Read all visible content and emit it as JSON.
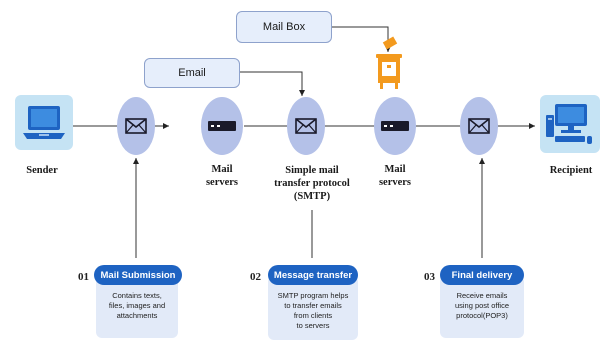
{
  "colors": {
    "node_fill": "#b4c1e8",
    "step_blue": "#1e63c2",
    "card_fill": "#e2eaf8",
    "device_bg": "#c5e3f4",
    "mailbox_orange": "#f39a1e"
  },
  "top_labels": {
    "mail_box": "Mail Box",
    "email": "Email"
  },
  "captions": {
    "sender": "Sender",
    "mail_servers_1": [
      "Mail",
      "servers"
    ],
    "smtp": [
      "Simple mail",
      "transfer protocol",
      "(SMTP)"
    ],
    "mail_servers_2": [
      "Mail",
      "servers"
    ],
    "recipient": "Recipient"
  },
  "icons": {
    "sender": "laptop-icon",
    "envelope_1": "envelope-icon",
    "server_1": "server-icon",
    "envelope_2": "envelope-icon",
    "mailbox": "mailbox-icon",
    "server_2": "server-icon",
    "envelope_3": "envelope-icon",
    "recipient": "desktop-computer-icon"
  },
  "steps": [
    {
      "number": "01",
      "title": "Mail Submission",
      "description": [
        "Contains texts,",
        "files, images and",
        "attachments"
      ]
    },
    {
      "number": "02",
      "title": "Message transfer",
      "description": [
        "SMTP program helps",
        "to transfer emails",
        "from clients",
        "to servers"
      ]
    },
    {
      "number": "03",
      "title": "Final delivery",
      "description": [
        "Receive  emails",
        "using post office",
        "protocol(POP3)"
      ]
    }
  ]
}
